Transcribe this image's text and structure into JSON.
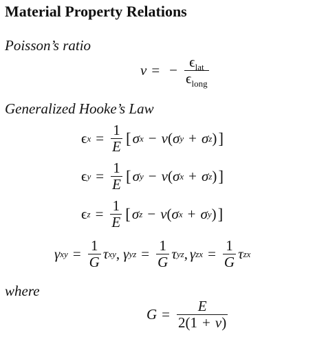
{
  "title": "Material Property Relations",
  "sections": {
    "poisson": "Poisson’s ratio",
    "hooke": "Generalized Hooke’s Law",
    "where": "where"
  },
  "symbols": {
    "nu": "ν",
    "eq": "=",
    "minus": "−",
    "plus": "+",
    "one": "1",
    "E": "E",
    "G": "G",
    "eps": "ϵ",
    "sigma": "σ",
    "gamma": "γ",
    "tau": "τ",
    "lbr": "[",
    "rbr": "]",
    "lpar": "(",
    "rpar": ")",
    "comma": ",",
    "two": "2"
  },
  "subscripts": {
    "lat": "lat",
    "long": "long",
    "x": "x",
    "y": "y",
    "z": "z",
    "xy": "xy",
    "yz": "yz",
    "zx": "zx"
  }
}
